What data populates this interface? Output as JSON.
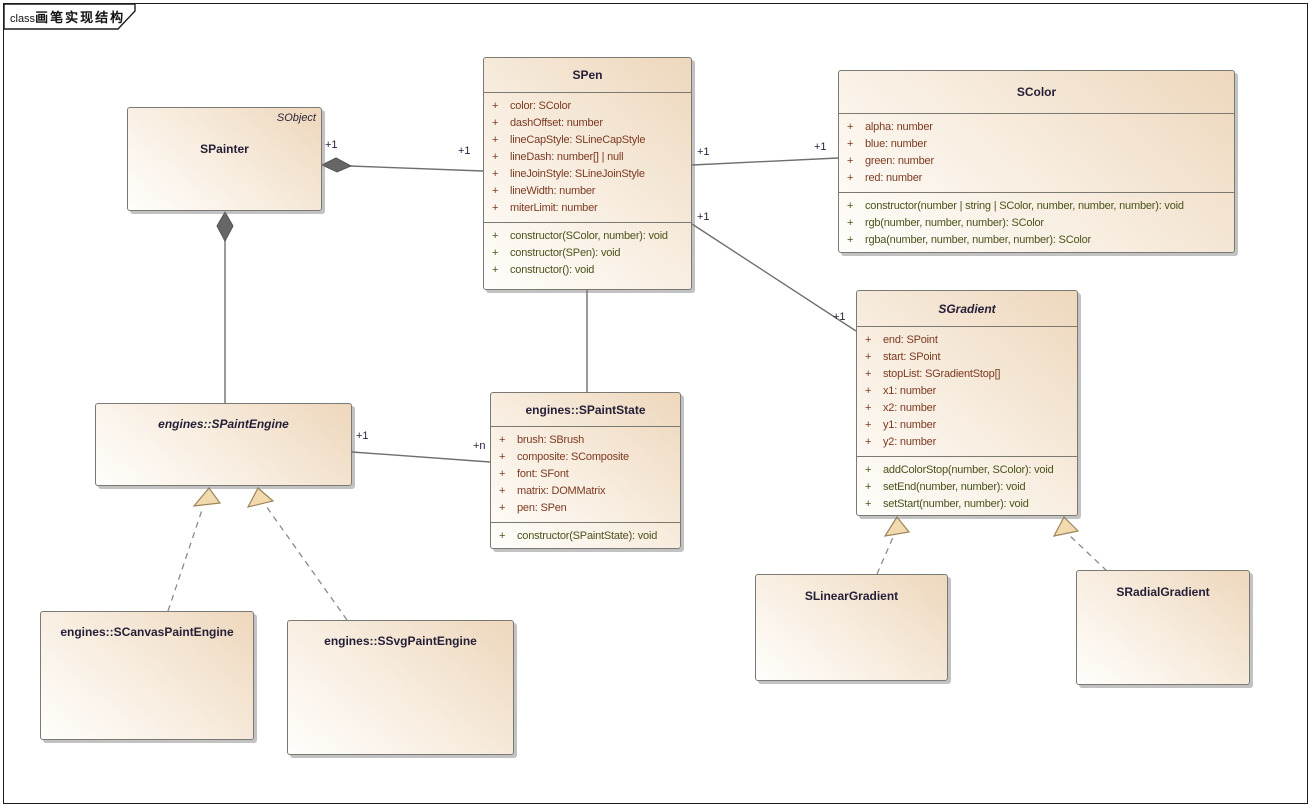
{
  "frame": {
    "keyword": "class",
    "title": "画笔实现结构"
  },
  "ui": {
    "visibility_symbol": "+"
  },
  "classes": {
    "spainter": {
      "name": "SPainter",
      "stereotype": "SObject"
    },
    "spen": {
      "name": "SPen",
      "attributes": [
        "color: SColor",
        "dashOffset: number",
        "lineCapStyle: SLineCapStyle",
        "lineDash: number[] | null",
        "lineJoinStyle: SLineJoinStyle",
        "lineWidth: number",
        "miterLimit: number"
      ],
      "methods": [
        "constructor(SColor, number): void",
        "constructor(SPen): void",
        "constructor(): void"
      ]
    },
    "scolor": {
      "name": "SColor",
      "attributes": [
        "alpha: number",
        "blue: number",
        "green: number",
        "red: number"
      ],
      "methods": [
        "constructor(number | string | SColor, number, number, number): void",
        "rgb(number, number, number): SColor",
        "rgba(number, number, number, number): SColor"
      ]
    },
    "sgradient": {
      "name": "SGradient",
      "attributes": [
        "end: SPoint",
        "start: SPoint",
        "stopList: SGradientStop[]",
        "x1: number",
        "x2: number",
        "y1: number",
        "y2: number"
      ],
      "methods": [
        "addColorStop(number, SColor): void",
        "setEnd(number, number): void",
        "setStart(number, number): void"
      ]
    },
    "spaintengine": {
      "name": "engines::SPaintEngine"
    },
    "spaintstate": {
      "name": "engines::SPaintState",
      "attributes": [
        "brush: SBrush",
        "composite: SComposite",
        "font: SFont",
        "matrix: DOMMatrix",
        "pen: SPen"
      ],
      "methods": [
        "constructor(SPaintState): void"
      ]
    },
    "scanvaspaintengine": {
      "name": "engines::SCanvasPaintEngine"
    },
    "ssvgpaintengine": {
      "name": "engines::SSvgPaintEngine"
    },
    "slineargradient": {
      "name": "SLinearGradient"
    },
    "sradialgradient": {
      "name": "SRadialGradient"
    }
  },
  "relationships": {
    "labels": [
      {
        "id": "spainter-spen-src",
        "text": "+1"
      },
      {
        "id": "spainter-spen-dst",
        "text": "+1"
      },
      {
        "id": "spen-scolor-src",
        "text": "+1"
      },
      {
        "id": "spen-scolor-dst",
        "text": "+1"
      },
      {
        "id": "spen-sgradient-src",
        "text": "+1"
      },
      {
        "id": "spen-sgradient-dst",
        "text": "+1"
      },
      {
        "id": "spaintengine-spaintstate-src",
        "text": "+1"
      },
      {
        "id": "spaintengine-spaintstate-dst",
        "text": "+n"
      }
    ]
  },
  "colors": {
    "box_fill_light": "#fffefb",
    "box_fill_dark": "#eed7bc",
    "box_border": "#7a7a72",
    "line": "#6f6f6f",
    "attribute_text": "#7c3a22",
    "method_text": "#4b531c",
    "title_text": "#241e36",
    "triangle_fill": "#f1dbae"
  }
}
